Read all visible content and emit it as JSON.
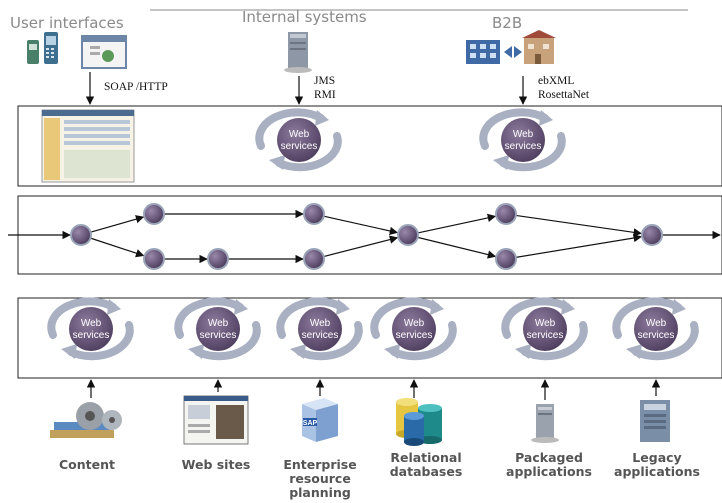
{
  "headers": {
    "user_interfaces": "User interfaces",
    "internal_systems": "Internal systems",
    "b2b": "B2B"
  },
  "protocols": {
    "ui": "SOAP /HTTP",
    "internal_line1": "JMS",
    "internal_line2": "RMI",
    "b2b_line1": "ebXML",
    "b2b_line2": "RosettaNet"
  },
  "web_service": {
    "line1": "Web",
    "line2": "services"
  },
  "sources": [
    {
      "lines": [
        "Content"
      ],
      "icon": "film-reel-icon"
    },
    {
      "lines": [
        "Web sites"
      ],
      "icon": "web-page-icon"
    },
    {
      "lines": [
        "Enterprise",
        "resource",
        "planning"
      ],
      "icon": "sap-box-icon"
    },
    {
      "lines": [
        "Relational",
        "databases"
      ],
      "icon": "database-cylinders-icon"
    },
    {
      "lines": [
        "Packaged",
        "applications"
      ],
      "icon": "server-tower-icon"
    },
    {
      "lines": [
        "Legacy",
        "applications"
      ],
      "icon": "mainframe-icon"
    }
  ],
  "colors": {
    "node": "#5a4a6a",
    "swirl": "#9aa4b8",
    "header_text": "#8a8a8a",
    "label_text": "#555555"
  }
}
